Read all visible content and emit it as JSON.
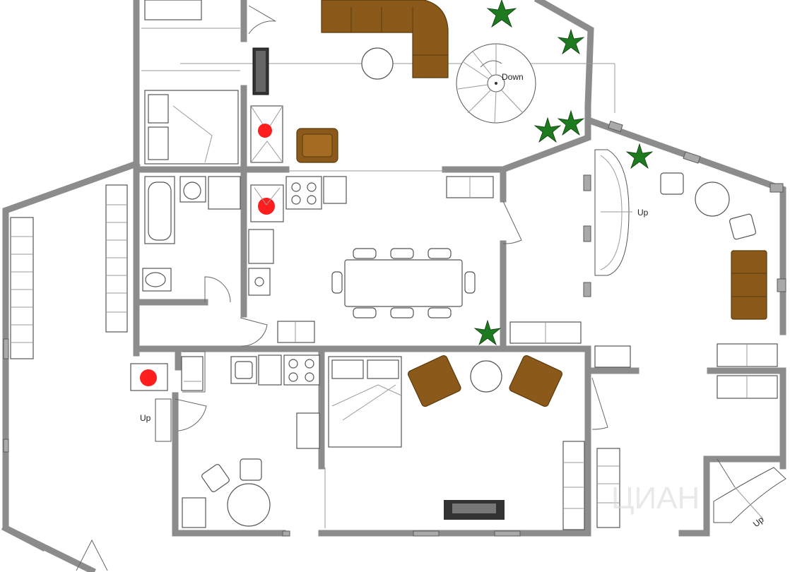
{
  "labels": {
    "stair_down": "Down",
    "stair_up_right": "Up",
    "stair_up_left": "Up",
    "stair_up_bottom_right": "Up"
  },
  "watermark": "ЦИАН",
  "colors": {
    "wall": "#a9a9a9",
    "furniture_brown": "#8b5a1a",
    "plant": "#1e7a1e",
    "fireplace": "#ff1e1e"
  },
  "icons": [
    "sofa-icon",
    "armchair-icon",
    "bed-icon",
    "dining-table-icon",
    "plant-icon",
    "fireplace-icon",
    "spiral-stair-icon",
    "stove-icon",
    "sink-icon",
    "bathtub-icon",
    "toilet-icon",
    "tv-icon",
    "door-icon"
  ]
}
